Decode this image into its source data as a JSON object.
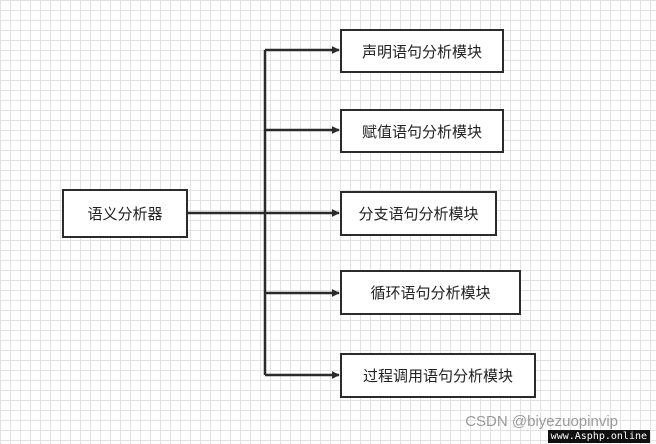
{
  "diagram": {
    "root": {
      "label": "语义分析器"
    },
    "children": [
      {
        "label": "声明语句分析模块"
      },
      {
        "label": "赋值语句分析模块"
      },
      {
        "label": "分支语句分析模块"
      },
      {
        "label": "循环语句分析模块"
      },
      {
        "label": "过程调用语句分析模块"
      }
    ]
  },
  "watermark": {
    "text": "CSDN @biyezuopinvip",
    "site": "www.Asphp.online"
  },
  "colors": {
    "line": "#2b2b2b",
    "grid": "#e2e2e2"
  }
}
